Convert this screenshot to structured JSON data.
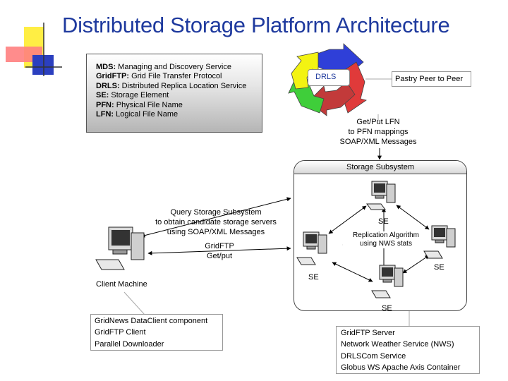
{
  "title": "Distributed Storage Platform Architecture",
  "legend": [
    {
      "abbr": "MDS:",
      "text": "Managing and Discovery Service"
    },
    {
      "abbr": "GridFTP:",
      "text": "Grid File Transfer Protocol"
    },
    {
      "abbr": "DRLS:",
      "text": "Distributed Replica Location Service"
    },
    {
      "abbr": "SE:",
      "text": "Storage Element"
    },
    {
      "abbr": "PFN:",
      "text": "Physical File Name"
    },
    {
      "abbr": "LFN:",
      "text": "Logical File Name"
    }
  ],
  "drls_label": "DRLS",
  "pastry_label": "Pastry Peer to Peer",
  "drls_note": [
    "Get/Put LFN",
    "to PFN mappings",
    "SOAP/XML Messages"
  ],
  "storage_subsystem_label": "Storage Subsystem",
  "query_note": [
    "Query Storage Subsystem",
    "to obtain candidate storage servers",
    "using SOAP/XML Messages"
  ],
  "gridftp_note": [
    "GridFTP",
    "Get/put"
  ],
  "replication_note": [
    "Replication Algorithm",
    "using NWS stats"
  ],
  "se_label": "SE",
  "client_label": "Client Machine",
  "client_components": [
    "GridNews DataClient component",
    "GridFTP Client",
    "Parallel Downloader"
  ],
  "server_components": [
    "GridFTP Server",
    "Network Weather Service (NWS)",
    "DRLSCom Service",
    "Globus WS Apache Axis Container"
  ],
  "colors": {
    "title": "#1f3a9e",
    "arrow_blue": "#2f3fd8",
    "arrow_red": "#e03a3a",
    "arrow_darkred": "#c23a3a",
    "arrow_green": "#3fce3a",
    "arrow_yellow": "#f3f312",
    "deco_yellow": "#ffee44",
    "deco_pink": "#ff7f7f",
    "deco_blue": "#2b3fbf"
  }
}
